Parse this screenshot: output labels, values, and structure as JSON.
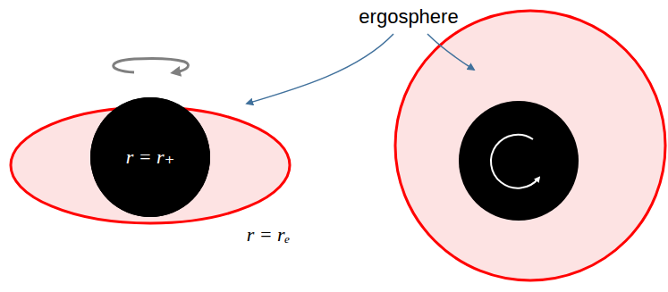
{
  "diagram": {
    "nodes": [
      {
        "text": [
          "r = r₊"
        ]
      }
    ],
    "labels": [
      "ergosphere",
      "r = rₑ"
    ]
  }
}
